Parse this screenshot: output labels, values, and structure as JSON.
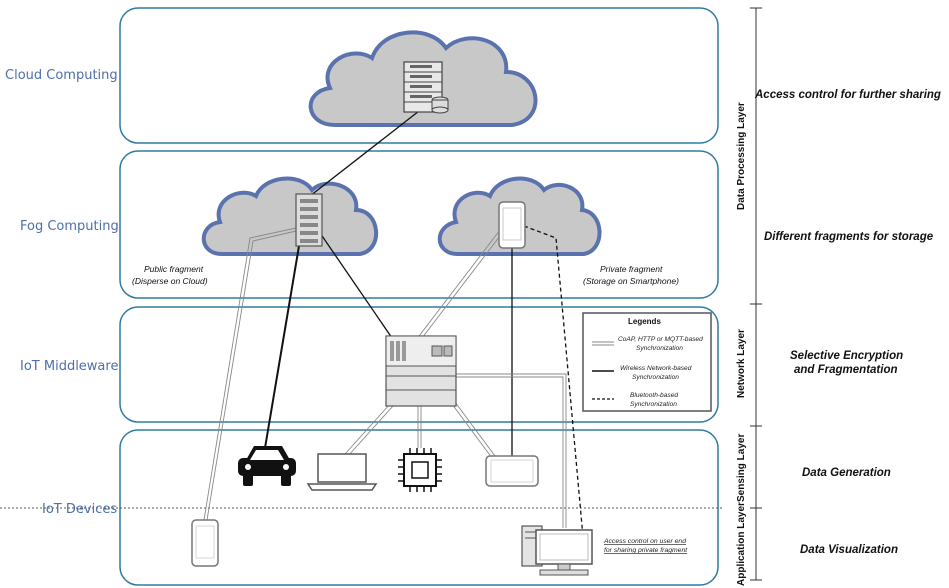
{
  "layers": {
    "cloud": "Cloud Computing",
    "fog": "Fog Computing",
    "middleware": "IoT Middleware",
    "devices": "IoT Devices"
  },
  "right_groups": {
    "data_processing": "Data Processing Layer",
    "network": "Network Layer",
    "sensing": "Sensing Layer",
    "application": "Application Layer"
  },
  "right_descriptions": {
    "cloud": "Access control for further sharing",
    "fog": "Different fragments for storage",
    "middleware_line1": "Selective Encryption",
    "middleware_line2": "and Fragmentation",
    "sensing": "Data Generation",
    "application": "Data Visualization"
  },
  "fragments": {
    "public_line1": "Public fragment",
    "public_line2": "(Disperse on Cloud)",
    "private_line1": "Private fragment",
    "private_line2": "(Storage on Smartphone)"
  },
  "legend": {
    "title": "Legends",
    "item1_line1": "CoAP, HTTP or MQTT-based",
    "item1_line2": "Synchronization",
    "item2_line1": "Wireless Network-based",
    "item2_line2": "Synchronization",
    "item3_line1": "Bluetooth-based",
    "item3_line2": "Synchronization"
  },
  "note": {
    "line1": "Access control on user end",
    "line2": "for sharing private fragment"
  },
  "colors": {
    "panel_border": "#2e7ba0",
    "cloud_fill": "#c8c8c8",
    "cloud_stroke": "#5a72ad",
    "label_blue": "#4f6fa8"
  }
}
